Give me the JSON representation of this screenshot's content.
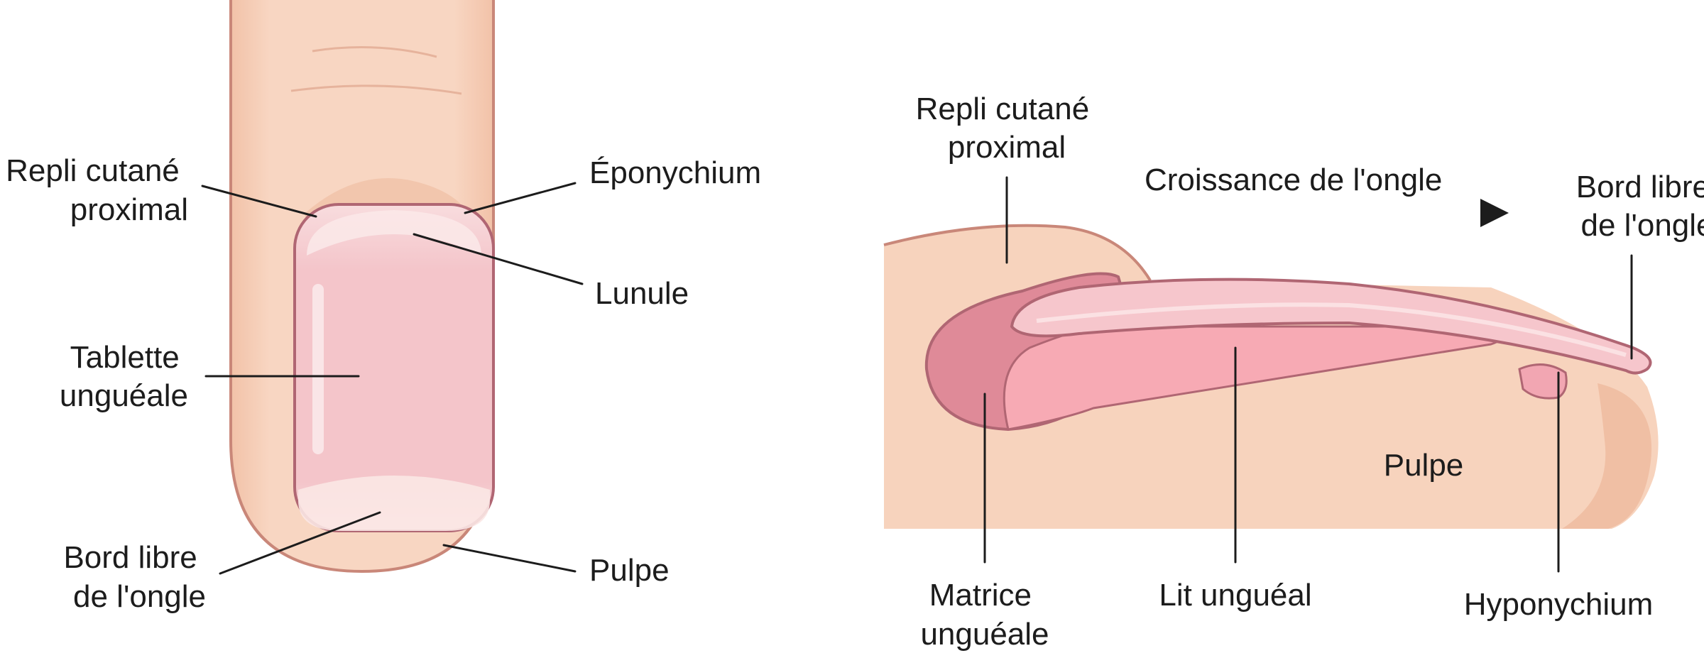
{
  "front_view": {
    "proximal_fold": {
      "line1": "Repli cutané",
      "line2": "proximal"
    },
    "eponychium": "Éponychium",
    "lunula": "Lunule",
    "nail_plate": {
      "line1": "Tablette",
      "line2": "unguéale"
    },
    "free_edge": {
      "line1": "Bord libre",
      "line2": "de l'ongle"
    },
    "pulp": "Pulpe"
  },
  "side_view": {
    "proximal_fold": {
      "line1": "Repli cutané",
      "line2": "proximal"
    },
    "growth_arrow": "Croissance de l'ongle",
    "free_edge": {
      "line1": "Bord libre",
      "line2": "de l'ongle"
    },
    "pulp": "Pulpe",
    "matrix": {
      "line1": "Matrice",
      "line2": "unguéale"
    },
    "nail_bed": "Lit unguéal",
    "hyponychium": "Hyponychium"
  },
  "colors": {
    "skin": "#f7d3bd",
    "skin_shadow": "#f0bfa4",
    "outline": "#c98779",
    "nail_plate": "#f6c6cc",
    "nail_outline": "#b06673",
    "matrix": "#df8a98",
    "nail_bed": "#f7aab4",
    "label_text": "#1c1c1c"
  }
}
